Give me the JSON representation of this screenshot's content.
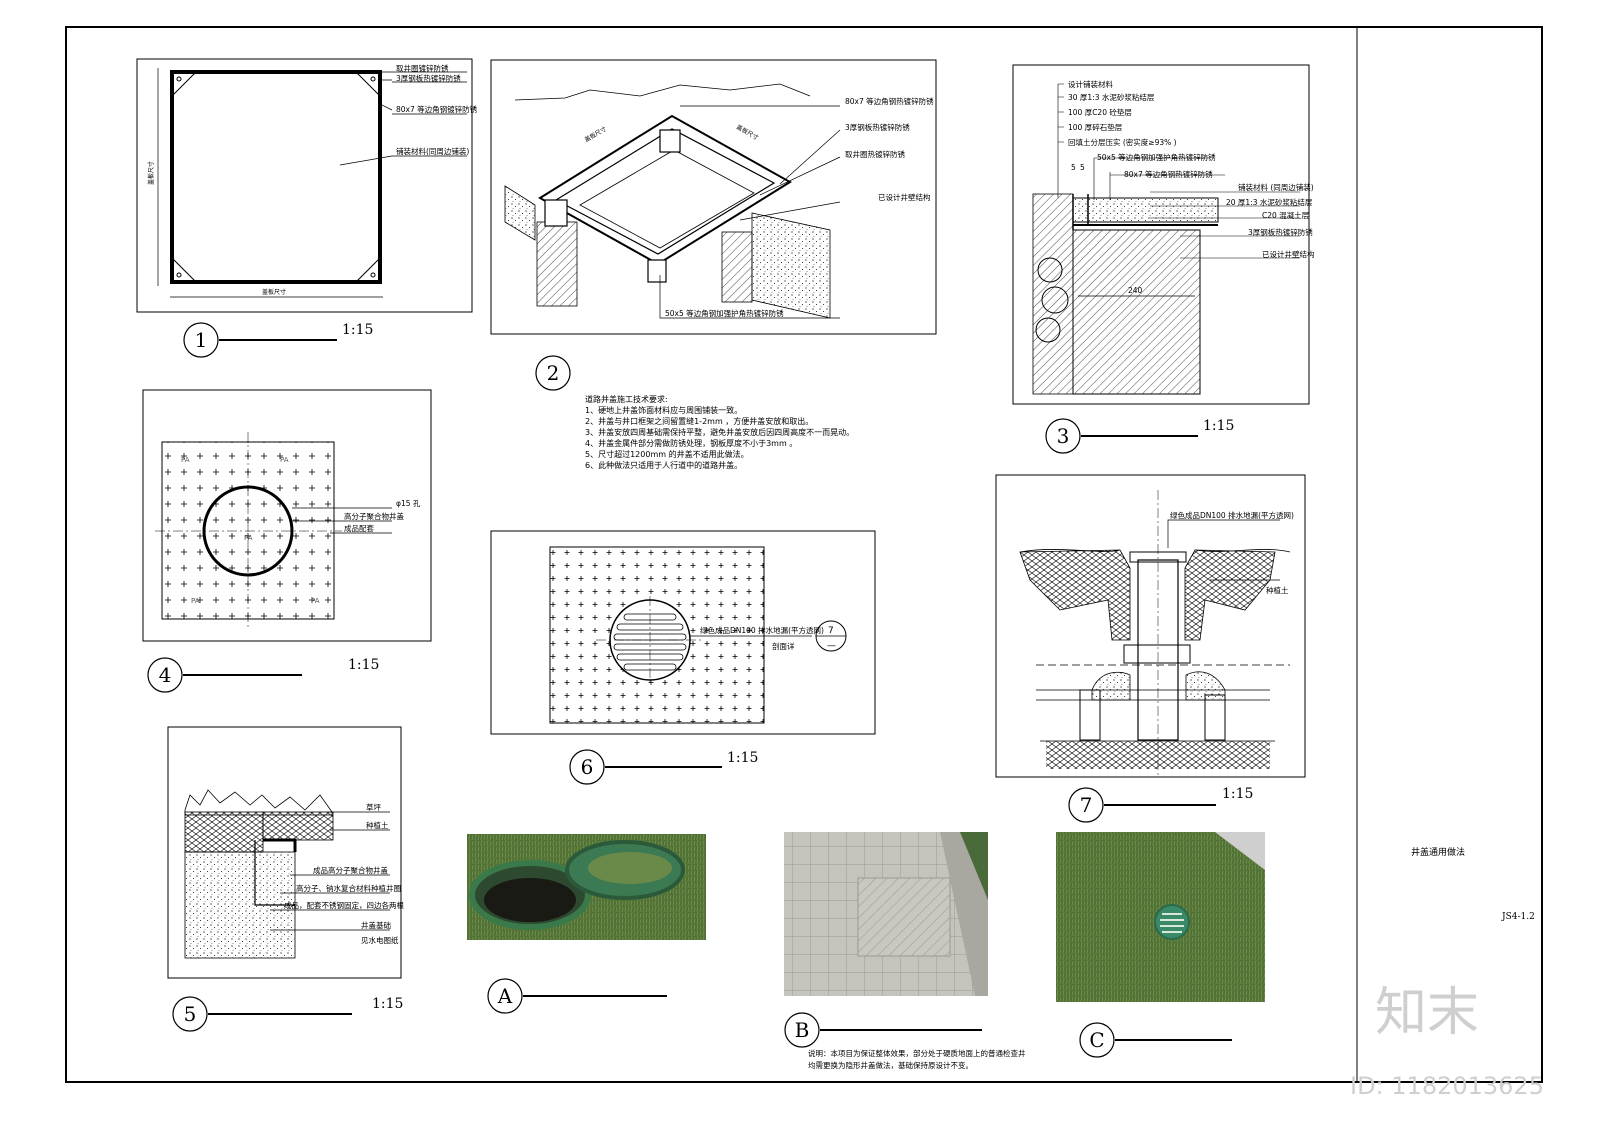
{
  "title_block": {
    "sheet_title": "井盖通用做法",
    "drawing_no": "JS4-1.2"
  },
  "watermark": {
    "logo_text": "知末",
    "id_text": "ID: 1182013625"
  },
  "details": {
    "d1": {
      "number": "1",
      "scale": "1:15",
      "labels": [
        "取井圈镀锌防锈",
        "3厚钢板热镀锌防锈",
        "80x7 等边角钢镀锌防锈",
        "铺装材料(同周边铺装)"
      ],
      "dim_vertical": "盖板尺寸",
      "dim_horizontal": "盖板尺寸"
    },
    "d2": {
      "number": "2",
      "labels": [
        "80x7 等边角钢热镀锌防锈",
        "3厚钢板热镀锌防锈",
        "取井圈热镀锌防锈",
        "已设计井壁结构",
        "50x5 等边角钢加强护角热镀锌防锈"
      ],
      "dim_a": "盖板尺寸",
      "dim_b": "盖板尺寸",
      "notes_title": "道路井盖施工技术要求:",
      "notes": [
        "1、硬地上井盖饰面材料应与周围铺装一致。",
        "2、井盖与井口框架之间留置缝1-2mm ，方便井盖安放和取出。",
        "3、井盖安放四周基础需保持平整，避免井盖安放后因四周高度不一而晃动。",
        "4、井盖金属件部分需做防锈处理，钢板厚度不小于3mm 。",
        "5、尺寸超过1200mm  的井盖不适用此做法。",
        "6、此种做法只适用于人行道中的道路井盖。"
      ]
    },
    "d3": {
      "number": "3",
      "scale": "1:15",
      "labels": [
        "设计铺装材料",
        "30 厚1:3 水泥砂浆粘结层",
        "100 厚C20 砼垫层",
        "100 厚碎石垫层",
        "回填土分层压实 (密实度≥93% )",
        "50x5 等边角钢加强护角热镀锌防锈",
        "80x7 等边角钢热镀锌防锈",
        "铺装材料 (同周边铺装)",
        "20 厚1:3 水泥砂浆粘结层",
        "C20 混凝土层",
        "3厚钢板热镀锌防锈",
        "已设计井壁结构"
      ],
      "dim_small": "5",
      "dim_width": "240"
    },
    "d4": {
      "number": "4",
      "scale": "1:15",
      "labels": [
        "φ15 孔",
        "高分子聚合物井盖",
        "成品配套"
      ],
      "tags": [
        "PA",
        "PA",
        "PA",
        "PA",
        "PA"
      ]
    },
    "d5": {
      "number": "5",
      "scale": "1:15",
      "labels": [
        "草坪",
        "种植土",
        "成品高分子聚合物井盖",
        "高分子、钠水复合材料种植井圈",
        "成品，配套不锈钢固定，四边各两根",
        "井盖基础",
        "见水电图纸"
      ]
    },
    "d6": {
      "number": "6",
      "scale": "1:15",
      "labels": [
        "绿色成品DN100  排水地漏(平方透网)",
        "剖面详"
      ],
      "callout_top": "7",
      "callout_bottom": "—"
    },
    "d7": {
      "number": "7",
      "scale": "1:15",
      "labels": [
        "绿色成品DN100  排水地漏(平方透网)",
        "种植土"
      ]
    },
    "pA": {
      "number": "A"
    },
    "pB": {
      "number": "B",
      "note_line1": "说明：本项目为保证整体效果，部分处于硬质地面上的普通检查井",
      "note_line2": "均需更换为隐形井盖做法，基础保持原设计不变。"
    },
    "pC": {
      "number": "C"
    }
  },
  "colors": {
    "line": "#000000",
    "grass": "#5a7a3a",
    "pavement": "#b8b8b0",
    "watermark": "#c8c8c8"
  }
}
